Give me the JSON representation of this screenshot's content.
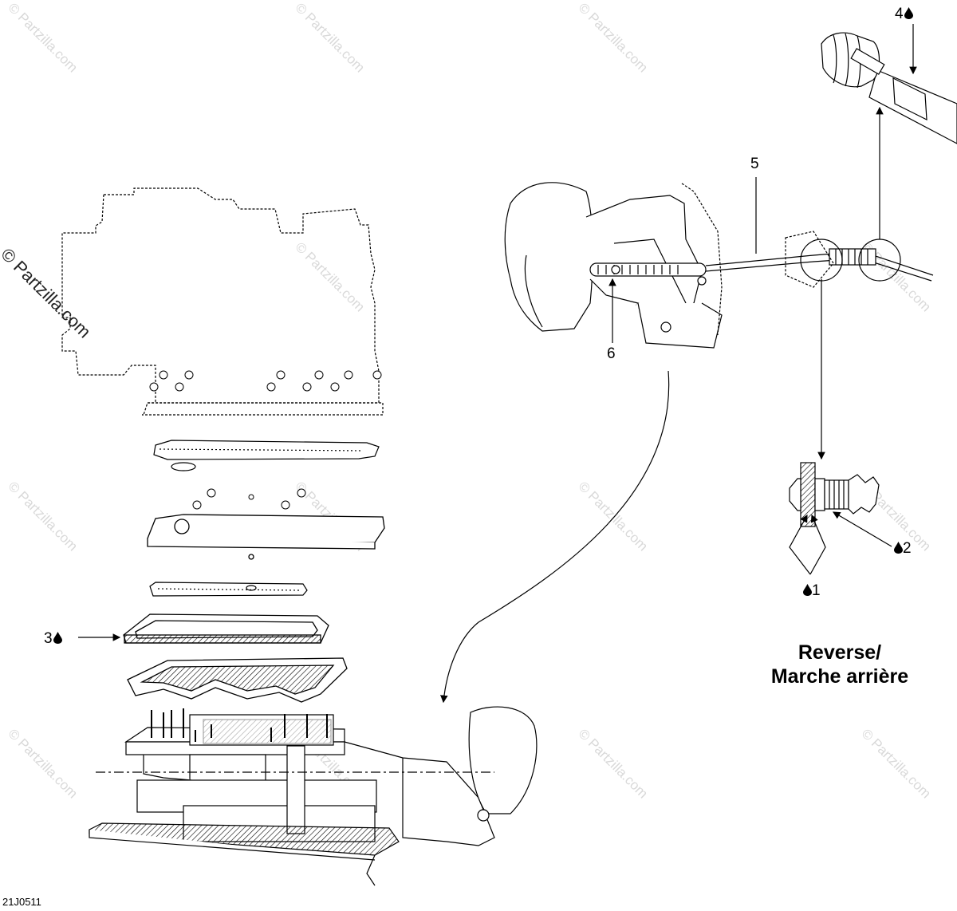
{
  "callouts": {
    "c1": "1",
    "c2": "2",
    "c3": "3",
    "c4": "4",
    "c5": "5",
    "c6": "6"
  },
  "title": {
    "line1": "Reverse/",
    "line2": "Marche arrière"
  },
  "diagram_code": "21J0511",
  "copyright": "© Partzilla.com",
  "watermark": "© Partzilla.com",
  "icons": {
    "lubricant": "oil-drop-icon"
  }
}
